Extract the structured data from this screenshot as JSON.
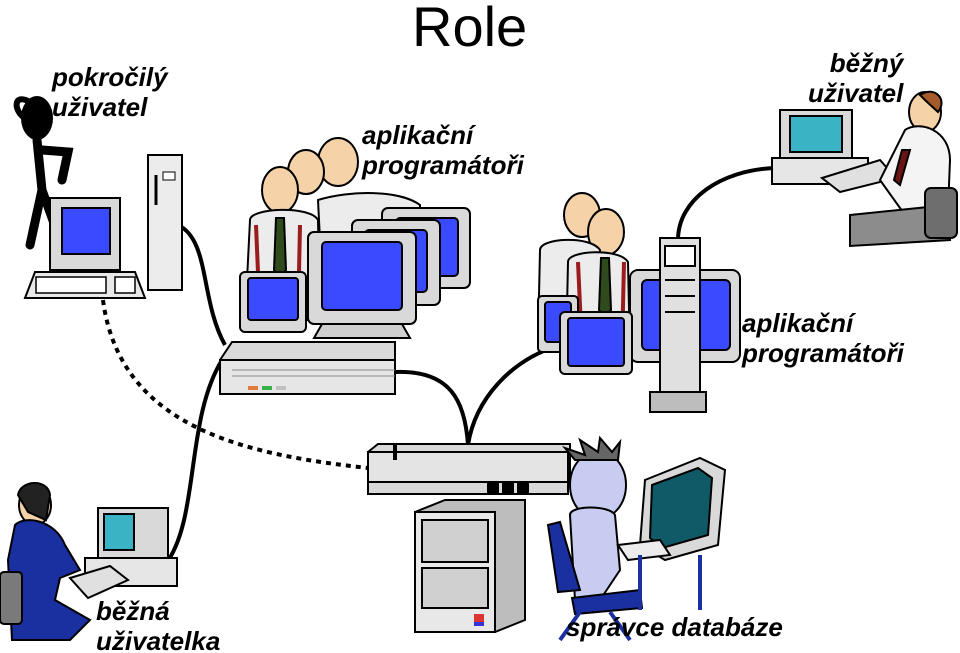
{
  "title": "Role",
  "labels": {
    "advanced_user_1": "pokročilý",
    "advanced_user_2": "uživatel",
    "app_programmers_a_1": "aplikační",
    "app_programmers_a_2": "programátoři",
    "regular_user_1": "běžný",
    "regular_user_2": "uživatel",
    "app_programmers_b_1": "aplikační",
    "app_programmers_b_2": "programátoři",
    "regular_user_female_1": "běžná",
    "regular_user_female_2": "uživatelka",
    "db_admin": "správce databáze"
  },
  "colors": {
    "screen": "#3a4bff",
    "screen_teal": "#1aa0a8",
    "casing": "#d9d9d9",
    "tie": "#2f4a1c",
    "suspenders": "#9b1c1c",
    "shirt_blue": "#1a2fa0",
    "admin_figure": "#c8ccf0",
    "dark_screen": "#0f5a66"
  },
  "icons": [
    "advanced-user-icon",
    "workstation-icon",
    "tower-pc-icon",
    "programmers-group-icon",
    "server-unit-icon",
    "network-hub-icon",
    "mainframe-icon",
    "db-admin-icon",
    "female-user-icon",
    "regular-user-icon"
  ]
}
